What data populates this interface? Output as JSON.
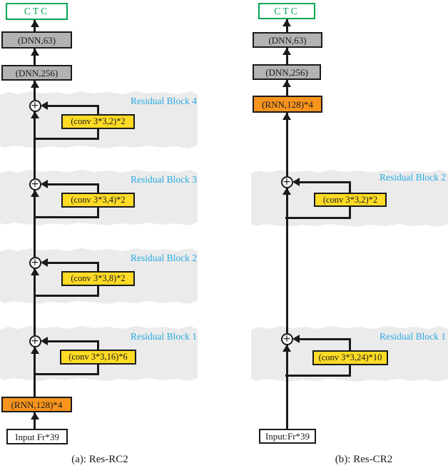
{
  "figure": {
    "columns": {
      "left": {
        "caption": "(a): Res-RC2",
        "output_box": "CTC",
        "dnn_top": "(DNN,63)",
        "dnn_mid": "(DNN,256)",
        "rnn": "(RNN,128)*4",
        "input": "Input Fr*39",
        "blocks": [
          {
            "label": "Residual Block 4",
            "conv": "(conv 3*3,2)*2"
          },
          {
            "label": "Residual Block 3",
            "conv": "(conv 3*3,4)*2"
          },
          {
            "label": "Residual Block 2",
            "conv": "(conv 3*3,8)*2"
          },
          {
            "label": "Residual Block 1",
            "conv": "(conv 3*3,16)*6"
          }
        ]
      },
      "right": {
        "caption": "(b): Res-CR2",
        "output_box": "CTC",
        "dnn_top": "(DNN,63)",
        "dnn_mid": "(DNN,256)",
        "rnn": "(RNN,128)*4",
        "input": "Input:Fr*39",
        "blocks": [
          {
            "label": "Residual Block 2",
            "conv": "(conv 3*3,2)*2"
          },
          {
            "label": "Residual Block 1",
            "conv": "(conv 3*3,24)*10"
          }
        ]
      }
    },
    "icons": {
      "sum_glyph": "+"
    },
    "colors": {
      "ctc_green": "#00A651",
      "box_gray": "#B3B3B3",
      "rnn_orange": "#F7941D",
      "conv_yellow": "#FFDB25",
      "band_gray": "#EBEBEB",
      "label_cyan": "#29ABE2",
      "line_black": "#1A1A1A"
    }
  }
}
